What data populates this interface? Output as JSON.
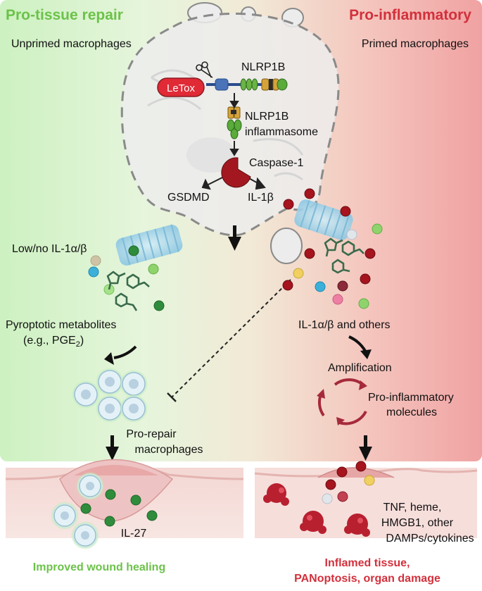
{
  "left_panel": {
    "title": "Pro-tissue repair",
    "subtitle": "Unprimed macrophages",
    "low_il1_label": "Low/no IL-1α/β",
    "metabolites_line1": "Pyroptotic metabolites",
    "metabolites_line2_prefix": "(e.g., PGE",
    "metabolites_line2_sub": "2",
    "metabolites_line2_suffix": ")",
    "pro_repair_line1": "Pro-repair",
    "pro_repair_line2": "macrophages",
    "il27_label": "IL-27",
    "outcome": "Improved wound healing",
    "title_color": "#6cc24a",
    "outcome_color": "#6cc24a"
  },
  "right_panel": {
    "title": "Pro-inflammatory",
    "subtitle": "Primed macrophages",
    "il1_others_label": "IL-1α/β and others",
    "amplification_label": "Amplification",
    "proinflam_line1": "Pro-inflammatory",
    "proinflam_line2": "molecules",
    "damps_line1": "TNF, heme,",
    "damps_line2": "HMGB1, other",
    "damps_line3": "DAMPs/cytokines",
    "outcome_line1": "Inflamed tissue,",
    "outcome_line2": "PANoptosis, organ damage",
    "title_color": "#d2303c",
    "outcome_color": "#d2303c"
  },
  "pathway": {
    "letox_label": "LeTox",
    "nlrp1b_label": "NLRP1B",
    "inflammasome_line1": "NLRP1B",
    "inflammasome_line2": "inflammasome",
    "caspase_label": "Caspase-1",
    "gsdmd_label": "GSDMD",
    "il1b_label": "IL-1β",
    "letox_color": "#e02a36",
    "caspase_color": "#a31820"
  },
  "icons": [
    "scissors-icon",
    "caspase-pacman-icon",
    "gsdmd-pore-icon",
    "macrophage-cell-icon",
    "metabolite-molecule-icon",
    "wound-tissue-icon",
    "amplification-cycle-icon"
  ]
}
